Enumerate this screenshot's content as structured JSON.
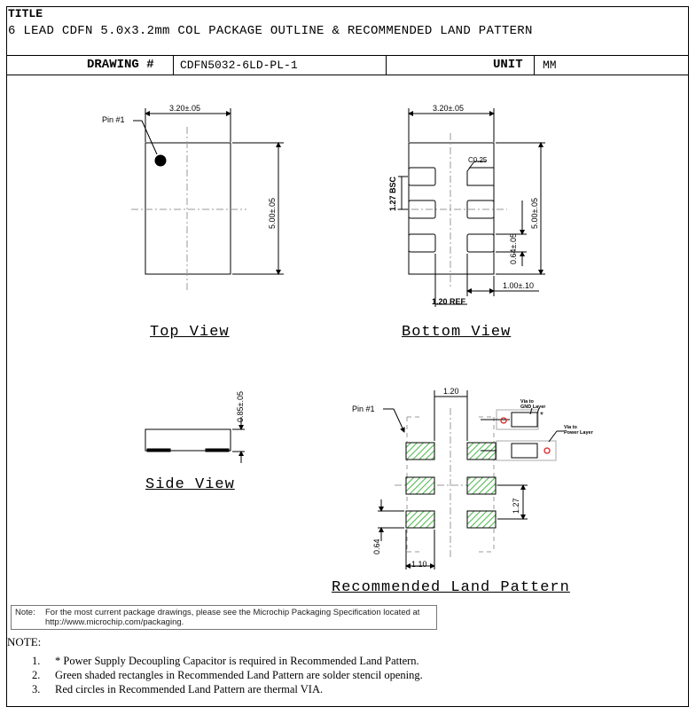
{
  "header": {
    "title_label": "TITLE",
    "title": "6 LEAD CDFN 5.0x3.2mm COL PACKAGE OUTLINE & RECOMMENDED LAND PATTERN",
    "drawing_label": "DRAWING #",
    "drawing_number": "CDFN5032-6LD-PL-1",
    "unit_label": "UNIT",
    "unit": "MM"
  },
  "views": {
    "top": "Top View",
    "bottom": "Bottom View",
    "side": "Side View",
    "land": "Recommended Land Pattern"
  },
  "dims": {
    "top_width": "3.20±.05",
    "top_height": "5.00±.05",
    "pin1": "Pin #1",
    "bottom_width": "3.20±.05",
    "bottom_height": "5.00±.05",
    "chamfer": "C0.25",
    "pitch_bsc": "1.27 BSC",
    "pad_len": "0.64±.05",
    "pad_span": "1.00±.10",
    "ref": "1.20 REF",
    "side_height": "0.85±.05",
    "land_gap": "1.20",
    "land_pitch": "1.27",
    "land_pad_h": "0.64",
    "land_pad_w": "1.10",
    "via_gnd": "Via to GND Layer",
    "via_gnd_1": "Via to",
    "via_gnd_2": "GND Layer",
    "via_pwr_1": "Via to",
    "via_pwr_2": "Power Layer",
    "asterisk": "*"
  },
  "colors": {
    "pad_fill": "#6fcf6f",
    "via": "#e02020",
    "line": "#000000"
  },
  "footer": {
    "note_label": "Note:",
    "note_text": "For the most current package drawings, please see the Microchip Packaging Specification located at",
    "note_url": "http://www.microchip.com/packaging.",
    "notes_heading": "NOTE:",
    "notes": [
      {
        "num": "1.",
        "text": "* Power Supply Decoupling Capacitor is required in Recommended Land Pattern."
      },
      {
        "num": "2.",
        "text": "Green shaded rectangles in Recommended Land Pattern are solder stencil opening."
      },
      {
        "num": "3.",
        "text": "Red circles in Recommended Land Pattern are thermal VIA."
      }
    ]
  }
}
